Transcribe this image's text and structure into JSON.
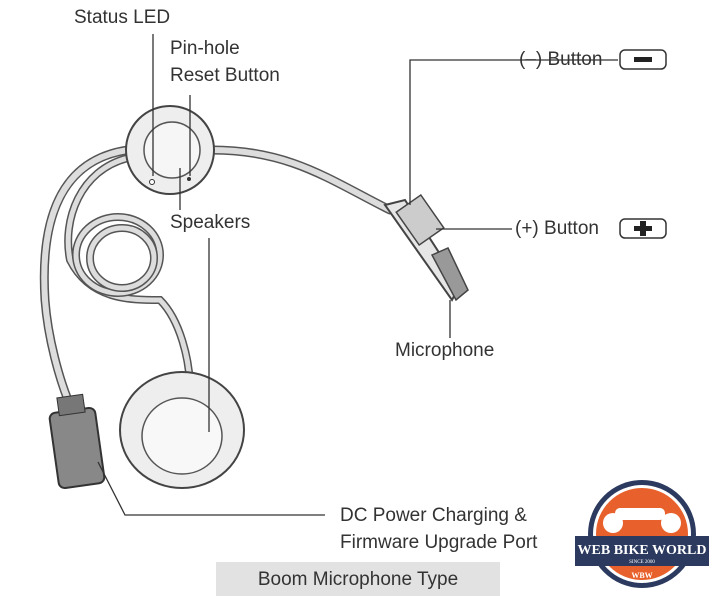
{
  "labels": {
    "status_led": "Status LED",
    "pinhole_line1": "Pin-hole",
    "pinhole_line2": "Reset Button",
    "speakers": "Speakers",
    "minus_button": "(–) Button",
    "plus_button": "(+) Button",
    "microphone": "Microphone",
    "dc_line1": "DC Power Charging &",
    "dc_line2": "Firmware Upgrade Port"
  },
  "caption": "Boom Microphone Type",
  "logo": {
    "name": "WEB BIKE WORLD",
    "since": "SINCE 2000",
    "abbr": "WBW",
    "colors": {
      "orange": "#e8612c",
      "navy": "#2b3a5e"
    }
  }
}
